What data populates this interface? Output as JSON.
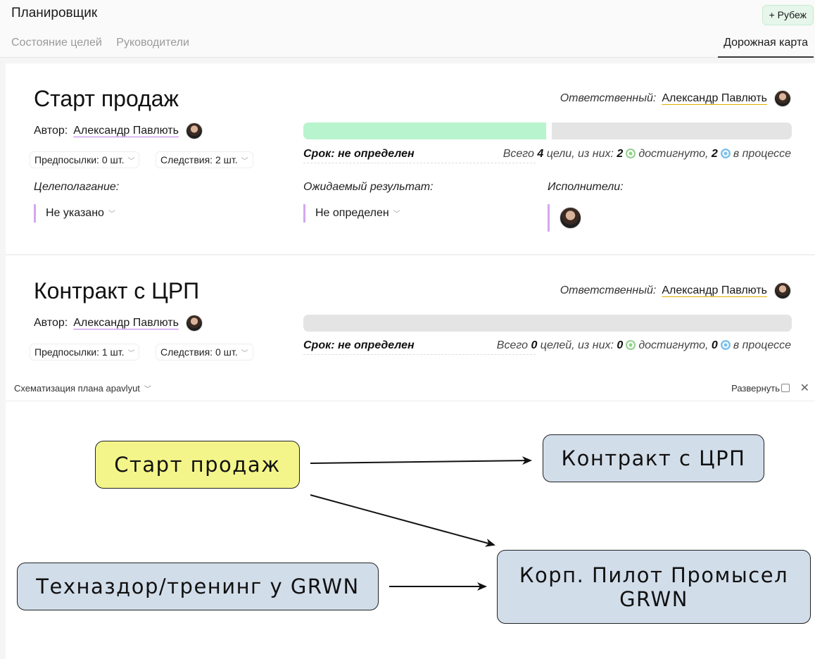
{
  "app": {
    "title": "Планировщик",
    "add_button": "+ Рубеж"
  },
  "tabs": {
    "left": [
      "Состояние целей",
      "Руководители"
    ],
    "right": "Дорожная карта"
  },
  "cards": [
    {
      "title": "Старт продаж",
      "responsible_label": "Ответственный:",
      "responsible_name": "Александр Павлють",
      "author_label": "Автор:",
      "author_name": "Александр Павлють",
      "prereq": "Предпосылки: 0 шт.",
      "conseq": "Следствия: 2 шт.",
      "progress_fraction": 0.5,
      "deadline": "Срок: не определен",
      "totals": {
        "prefix": "Всего",
        "total": "4",
        "goals_word": "цели, из них:",
        "achieved": "2",
        "achieved_word": "достигнуто,",
        "in_progress": "2",
        "in_progress_word": "в процессе"
      },
      "goal_setting_label": "Целеполагание:",
      "goal_setting_value": "Не указано",
      "expected_label": "Ожидаемый результат:",
      "expected_value": "Не определен",
      "executors_label": "Исполнители:"
    },
    {
      "title": "Контракт с ЦРП",
      "responsible_label": "Ответственный:",
      "responsible_name": "Александр Павлють",
      "author_label": "Автор:",
      "author_name": "Александр Павлють",
      "prereq": "Предпосылки: 1 шт.",
      "conseq": "Следствия: 0 шт.",
      "progress_fraction": 0,
      "deadline": "Срок: не определен",
      "totals": {
        "prefix": "Всего",
        "total": "0",
        "goals_word": "целей, из них:",
        "achieved": "0",
        "achieved_word": "достигнуто,",
        "in_progress": "0",
        "in_progress_word": "в процессе"
      }
    }
  ],
  "panel": {
    "title": "Схематизация плана apavlyut",
    "expand": "Развернуть",
    "close": "✕"
  },
  "diagram": {
    "nodes": [
      {
        "id": "start",
        "label": "Старт продаж"
      },
      {
        "id": "contract",
        "label": "Контракт с ЦРП"
      },
      {
        "id": "tech",
        "label": "Техназдор/тренинг у GRWN"
      },
      {
        "id": "pilot",
        "label": "Корп. Пилот Промысел GRWN"
      }
    ],
    "edges": [
      {
        "from": "start",
        "to": "contract"
      },
      {
        "from": "start",
        "to": "pilot"
      },
      {
        "from": "tech",
        "to": "pilot"
      }
    ]
  },
  "colors": {
    "progress_fill": "#b8f4cd",
    "node_yellow": "#f3f58a",
    "node_blue": "#d2ddea",
    "accent_border": "#d3a6f0"
  }
}
